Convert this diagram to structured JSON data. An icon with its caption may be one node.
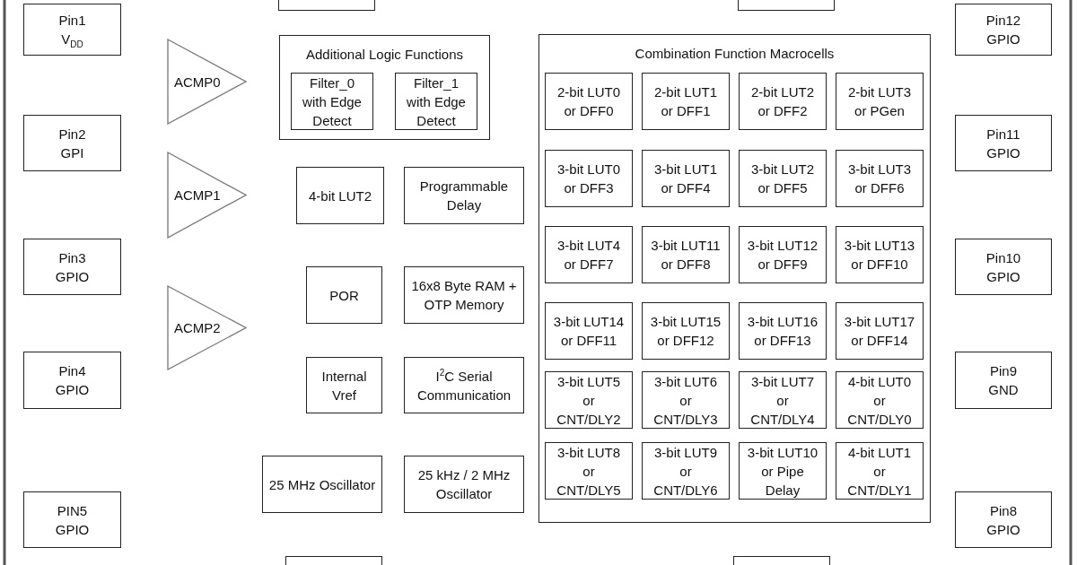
{
  "diagram": {
    "nodes": [
      {
        "text": [
          "Pin1",
          "V$_{DD}$"
        ]
      },
      {
        "text": [],
        "shape": "box"
      },
      {
        "text": [],
        "shape": "box"
      },
      {
        "text": [
          "Pin12",
          "GPIO"
        ]
      },
      {
        "text": [
          "ACMP0"
        ]
      },
      {
        "text": [
          "Additional Logic Functions"
        ]
      },
      {
        "text": [
          "Filter_0 with Edge Detect"
        ],
        "in": 5
      },
      {
        "text": [
          "Filter_1 with Edge Detect"
        ],
        "in": 5
      },
      {
        "text": [
          "Combination Function Macrocells"
        ]
      },
      {
        "text": [
          "2-bit LUT0 or DFF0"
        ],
        "in": 8
      },
      {
        "text": [
          "2-bit LUT1 or DFF1"
        ],
        "in": 8
      },
      {
        "text": [
          "2-bit LUT2 or DFF2"
        ],
        "in": 8
      },
      {
        "text": [
          "2-bit LUT3 or PGen"
        ],
        "in": 8
      },
      {
        "text": [
          "3-bit LUT0 or DFF3"
        ],
        "in": 8
      },
      {
        "text": [
          "3-bit LUT1 or DFF4"
        ],
        "in": 8
      },
      {
        "text": [
          "3-bit LUT2 or DFF5"
        ],
        "in": 8
      },
      {
        "text": [
          "3-bit LUT3 or DFF6"
        ],
        "in": 8
      },
      {
        "text": [
          "3-bit LUT4 or DFF7"
        ],
        "in": 8
      },
      {
        "text": [
          "3-bit LUT11 or DFF8"
        ],
        "in": 8
      },
      {
        "text": [
          "3-bit LUT12 or DFF9"
        ],
        "in": 8
      },
      {
        "text": [
          "3-bit LUT13 or DFF10"
        ],
        "in": 8
      },
      {
        "text": [
          "3-bit LUT14 or DFF11"
        ],
        "in": 8
      },
      {
        "text": [
          "3-bit LUT15 or DFF12"
        ],
        "in": 8
      },
      {
        "text": [
          "3-bit LUT16 or DFF13"
        ],
        "in": 8
      },
      {
        "text": [
          "3-bit LUT17 or DFF14"
        ],
        "in": 8
      },
      {
        "text": [
          "3-bit LUT5 or CNT/DLY2"
        ],
        "in": 8
      },
      {
        "text": [
          "3-bit LUT6 or CNT/DLY3"
        ],
        "in": 8
      },
      {
        "text": [
          "3-bit LUT7 or CNT/DLY4"
        ],
        "in": 8
      },
      {
        "text": [
          "4-bit LUT0 or CNT/DLY0"
        ],
        "in": 8
      },
      {
        "text": [
          "3-bit LUT8 or CNT/DLY5"
        ],
        "in": 8
      },
      {
        "text": [
          "3-bit LUT9 or CNT/DLY6"
        ],
        "in": 8
      },
      {
        "text": [
          "3-bit LUT10 or Pipe Delay"
        ],
        "in": 8
      },
      {
        "text": [
          "4-bit LUT1 or CNT/DLY1"
        ],
        "in": 8
      },
      {
        "text": [
          "Pin2",
          "GPI"
        ]
      },
      {
        "text": [
          "Pin11",
          "GPIO"
        ]
      },
      {
        "text": [
          "ACMP1"
        ]
      },
      {
        "text": [
          "4-bit LUT2"
        ]
      },
      {
        "text": [
          "Programmable Delay"
        ]
      },
      {
        "text": [
          "Pin3",
          "GPIO"
        ]
      },
      {
        "text": [
          "Pin10",
          "GPIO"
        ]
      },
      {
        "text": [
          "ACMP2"
        ]
      },
      {
        "text": [
          "POR"
        ]
      },
      {
        "text": [
          "16x8 Byte RAM + OTP Memory"
        ]
      },
      {
        "text": [
          "Pin4",
          "GPIO"
        ]
      },
      {
        "text": [
          "Pin9",
          "GND"
        ]
      },
      {
        "text": [
          "Internal Vref"
        ]
      },
      {
        "text": [
          "I$^{2}$C Serial Communication"
        ]
      },
      {
        "text": [
          "25 MHz Oscillator"
        ]
      },
      {
        "text": [
          "25 kHz / 2 MHz Oscillator"
        ]
      },
      {
        "text": [
          "PIN5",
          "GPIO"
        ]
      },
      {
        "text": [
          "Pin8",
          "GPIO"
        ]
      },
      {
        "text": [],
        "shape": "box"
      },
      {
        "text": [],
        "shape": "box"
      }
    ]
  }
}
